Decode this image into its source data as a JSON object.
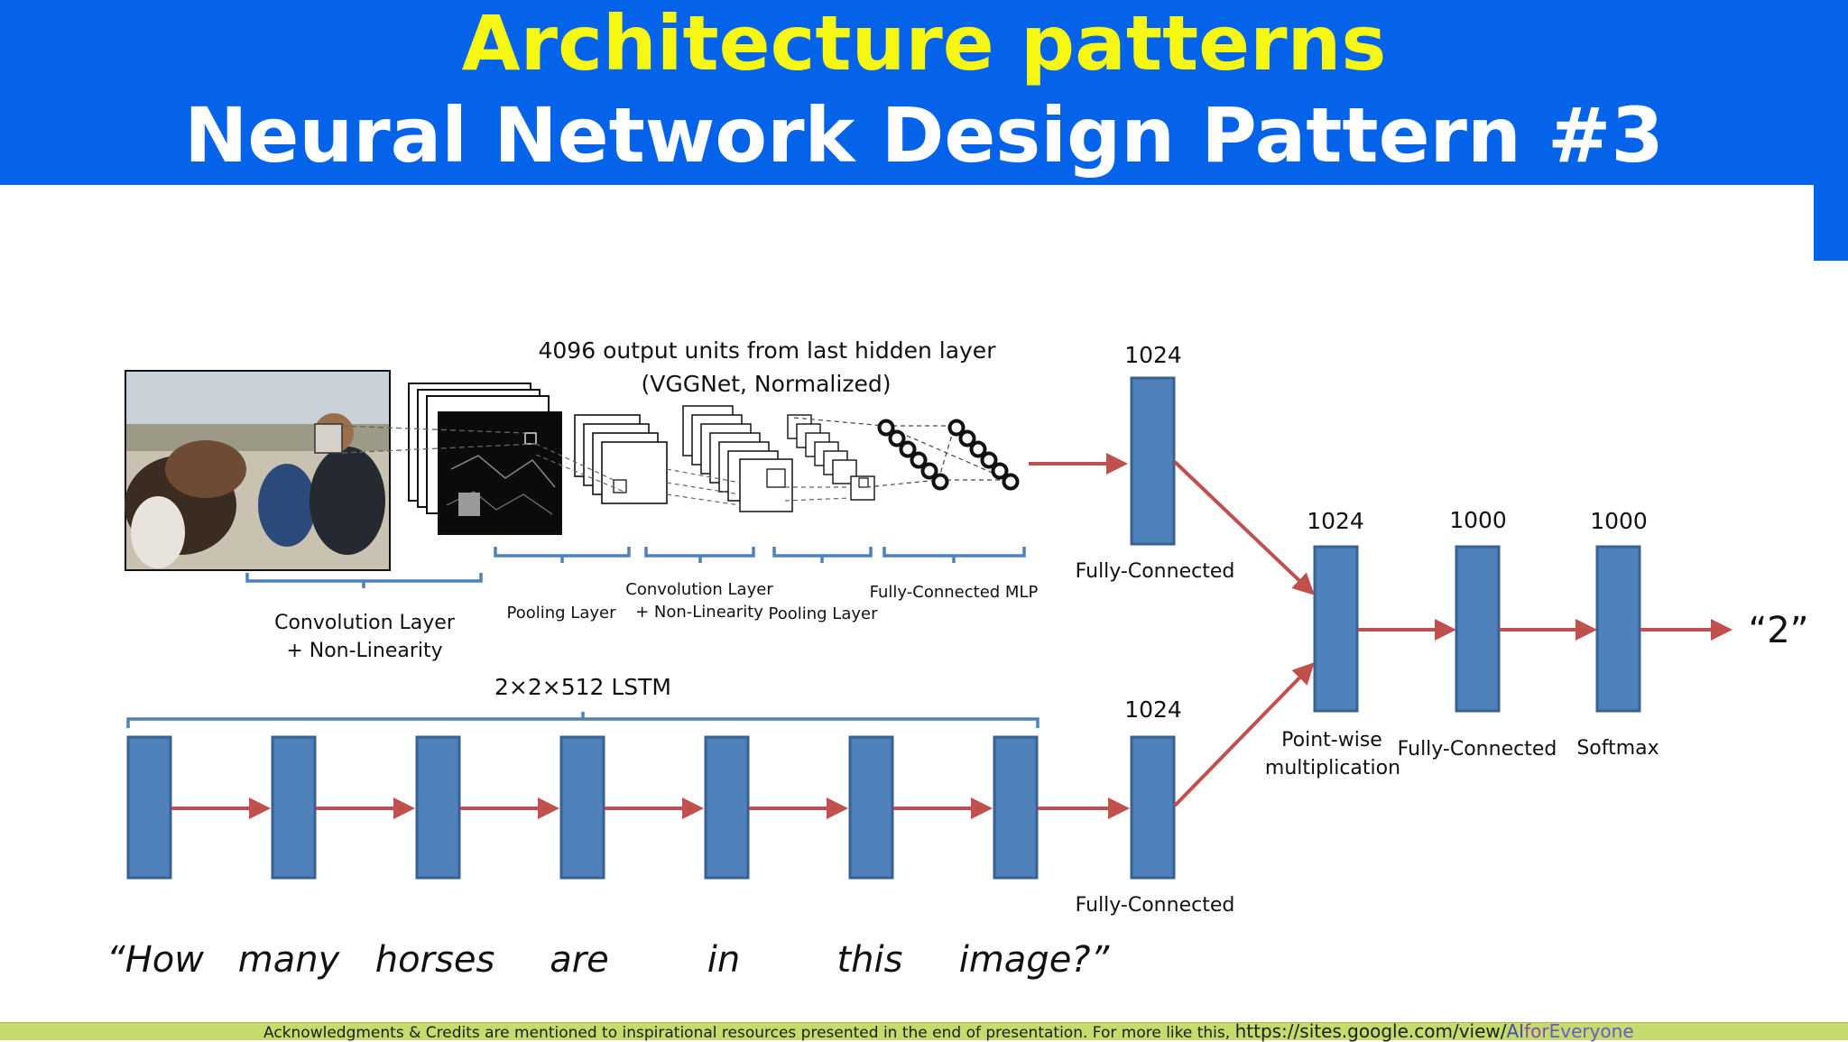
{
  "header": {
    "title_line1": "Architecture patterns",
    "title_line2": "Neural Network Design Pattern #3"
  },
  "diagram": {
    "cnn_caption_line1": "4096 output  units from last hidden layer",
    "cnn_caption_line2": "(VGGNet, Normalized)",
    "conv_label_line1": "Convolution Layer",
    "conv_label_line2": "+ Non-Linearity",
    "pool_label_1": "Pooling Layer",
    "conv2_label_line1": "Convolution Layer",
    "conv2_label_line2": "+ Non-Linearity",
    "pool_label_2": "Pooling  Layer",
    "mlp_label": "Fully-Connected MLP",
    "fc_top_size": "1024",
    "fc_top_label": "Fully-Connected",
    "fc_bottom_size": "1024",
    "fc_bottom_label": "Fully-Connected",
    "lstm_label": "2×2×512 LSTM",
    "pointwise_size": "1024",
    "pointwise_label_line1": "Point-wise",
    "pointwise_label_line2": "multiplication",
    "fc_final_size": "1000",
    "fc_final_label": "Fully-Connected",
    "softmax_size": "1000",
    "softmax_label": "Softmax",
    "output_label": "“2”",
    "question_words": [
      "“How",
      "many",
      "horses",
      "are",
      "in",
      "this",
      "image?”"
    ],
    "colors": {
      "block_fill": "#4f81bd",
      "block_stroke": "#3a6291",
      "arrow": "#c0504d",
      "bracket": "#4f81bd"
    }
  },
  "footer": {
    "text": "Acknowledgments & Credits are mentioned to inspirational resources presented in the end of presentation.  For more like this, ",
    "link_prefix": "https://sites.google.com/view/",
    "link_ai": "AI",
    "link_for": "for",
    "link_everyone": "Everyone"
  }
}
